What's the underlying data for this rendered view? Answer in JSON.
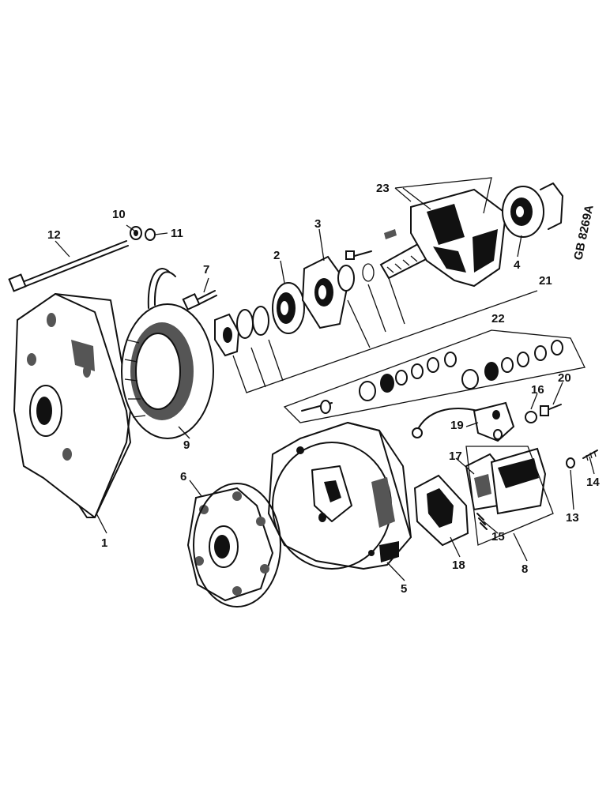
{
  "drawing_ref": "GB 8269A",
  "callouts": [
    {
      "id": "1",
      "label": "1"
    },
    {
      "id": "2",
      "label": "2"
    },
    {
      "id": "3",
      "label": "3"
    },
    {
      "id": "4",
      "label": "4"
    },
    {
      "id": "5",
      "label": "5"
    },
    {
      "id": "6",
      "label": "6"
    },
    {
      "id": "7",
      "label": "7"
    },
    {
      "id": "8",
      "label": "8"
    },
    {
      "id": "9",
      "label": "9"
    },
    {
      "id": "10",
      "label": "10"
    },
    {
      "id": "11",
      "label": "11"
    },
    {
      "id": "12",
      "label": "12"
    },
    {
      "id": "13",
      "label": "13"
    },
    {
      "id": "14",
      "label": "14"
    },
    {
      "id": "15",
      "label": "15"
    },
    {
      "id": "16",
      "label": "16"
    },
    {
      "id": "17",
      "label": "17"
    },
    {
      "id": "18",
      "label": "18"
    },
    {
      "id": "19",
      "label": "19"
    },
    {
      "id": "20",
      "label": "20"
    },
    {
      "id": "21",
      "label": "21"
    },
    {
      "id": "22",
      "label": "22"
    },
    {
      "id": "23",
      "label": "23"
    }
  ]
}
